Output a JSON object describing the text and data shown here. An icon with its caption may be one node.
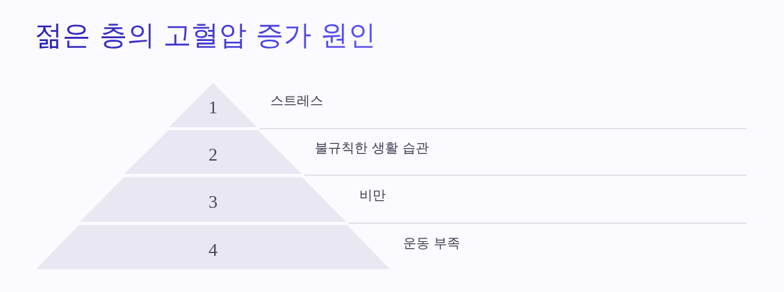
{
  "diagram": {
    "title": "젊은 층의 고혈압 증가 원인",
    "nodes": [
      {
        "text": [
          "1"
        ],
        "beside": [
          "스트레스"
        ]
      },
      {
        "text": [
          "2"
        ],
        "beside": [
          "불규칙한 생활 습관"
        ]
      },
      {
        "text": [
          "3"
        ],
        "beside": [
          "비만"
        ]
      },
      {
        "text": [
          "4"
        ],
        "beside": [
          "운동 부족"
        ]
      }
    ]
  }
}
